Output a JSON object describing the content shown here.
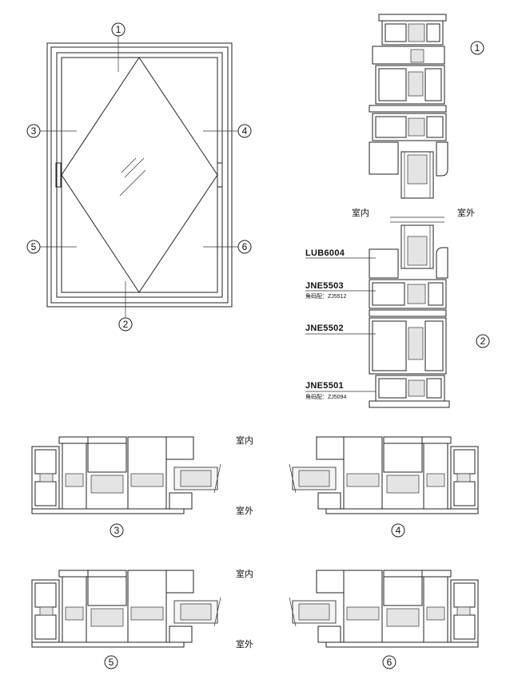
{
  "elevation": {
    "callouts": [
      "1",
      "2",
      "3",
      "4",
      "5",
      "6"
    ]
  },
  "section_labels": {
    "interior": "室内",
    "exterior": "室外"
  },
  "vertical_section": {
    "callout_top": "1",
    "callout_bottom": "2",
    "parts": [
      {
        "code": "LUB6004",
        "note": ""
      },
      {
        "code": "JNE5503",
        "note": "角码配：ZJ5512"
      },
      {
        "code": "JNE5502",
        "note": ""
      },
      {
        "code": "JNE5501",
        "note": "角码配：ZJ5094"
      }
    ]
  },
  "horizontal_sections": [
    {
      "callout": "3"
    },
    {
      "callout": "4"
    },
    {
      "callout": "5"
    },
    {
      "callout": "6"
    }
  ]
}
